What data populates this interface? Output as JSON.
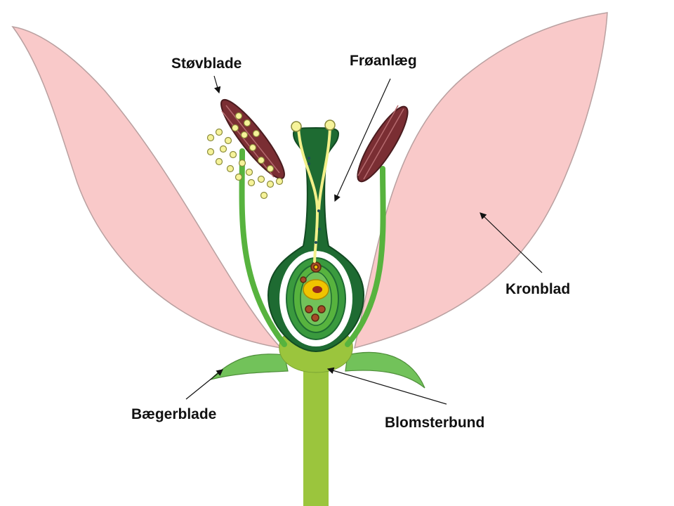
{
  "diagram": {
    "labels": {
      "stamen": "Støvblade",
      "pistil": "Frøanlæg",
      "petal": "Kronblad",
      "sepal": "Bægerblade",
      "receptacle": "Blomsterbund"
    }
  },
  "colors": {
    "petal": "#f9c9c9",
    "petal_outline": "#b9a0a0",
    "stem": "#9bc53d",
    "sepal": "#72c25a",
    "pistil_dark": "#1e6b32",
    "pistil_mid": "#3a9a3e",
    "style_yellow": "#f3f08a",
    "anther": "#7a2e33",
    "pollen": "#f6f39a",
    "ovule": "#f0c400"
  }
}
